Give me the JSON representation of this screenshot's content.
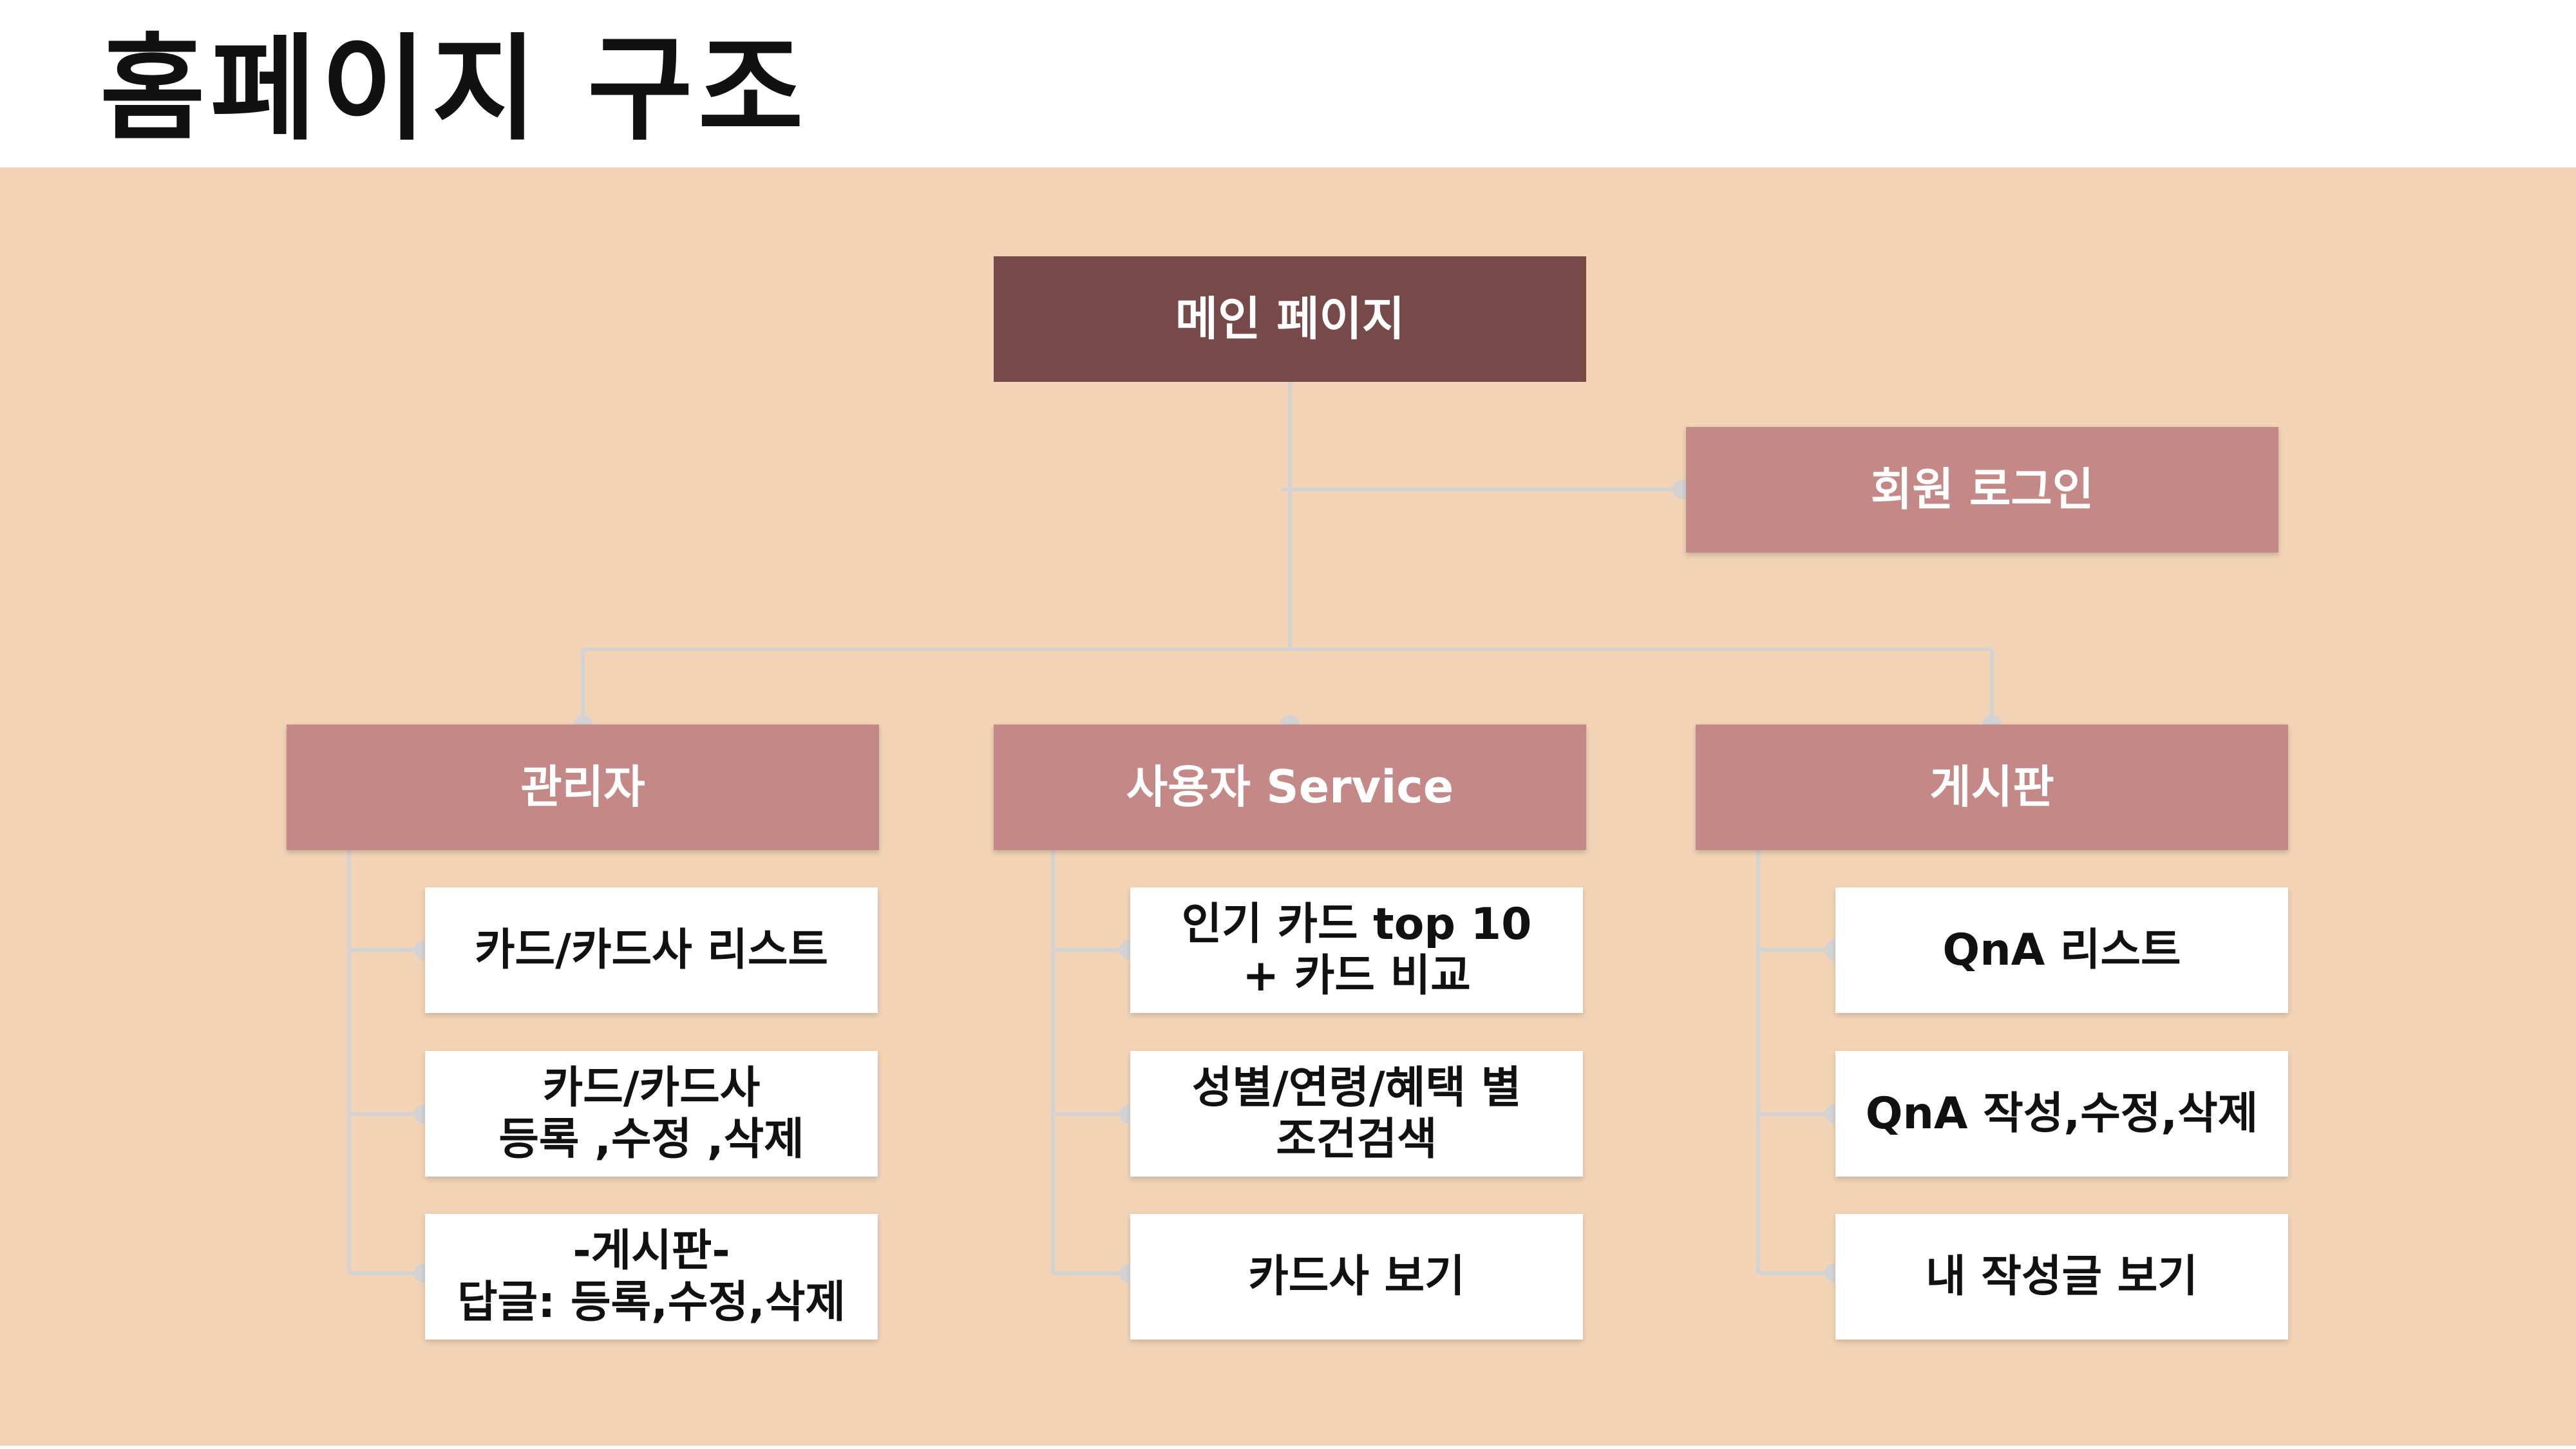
{
  "title": "홈페이지 구조",
  "colors": {
    "background": "#f2d3b6",
    "root_box": "#774a4a",
    "category_box": "#c48886",
    "leaf_box": "#ffffff",
    "connector": "#d3d3d3"
  },
  "root": {
    "label": "메인 페이지"
  },
  "login": {
    "label": "회원 로그인"
  },
  "categories": [
    {
      "label": "관리자",
      "items": [
        {
          "label": "카드/카드사 리스트"
        },
        {
          "label": "카드/카드사\n등록 ,수정 ,삭제"
        },
        {
          "label": "-게시판-\n답글: 등록,수정,삭제"
        }
      ]
    },
    {
      "label": "사용자 Service",
      "items": [
        {
          "label": "인기 카드 top 10\n+ 카드 비교"
        },
        {
          "label": "성별/연령/혜택 별\n조건검색"
        },
        {
          "label": "카드사 보기"
        }
      ]
    },
    {
      "label": "게시판",
      "items": [
        {
          "label": "QnA 리스트"
        },
        {
          "label": "QnA 작성,수정,삭제"
        },
        {
          "label": "내 작성글 보기"
        }
      ]
    }
  ]
}
